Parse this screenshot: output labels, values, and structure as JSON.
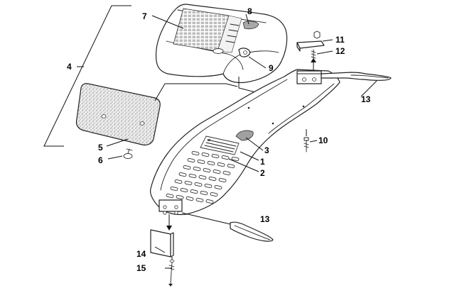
{
  "callouts": {
    "c1": "1",
    "c2": "2",
    "c3": "3",
    "c4": "4",
    "c5": "5",
    "c6": "6",
    "c7": "7",
    "c8": "8",
    "c9": "9",
    "c10": "10",
    "c11": "11",
    "c12": "12",
    "c13a": "13",
    "c13b": "13",
    "c14": "14",
    "c15": "15"
  },
  "icons": {
    "seat-cover": "seat-cover-icon",
    "seat-foam": "seat-foam-pad-icon",
    "seat-base": "seat-base-pan-icon",
    "latch-pin": "latch-pin-icon",
    "hinge-bracket": "hinge-bracket-icon"
  },
  "colors": {
    "line": "#222222",
    "background": "#ffffff",
    "decal-grey": "#9a9a9a"
  }
}
